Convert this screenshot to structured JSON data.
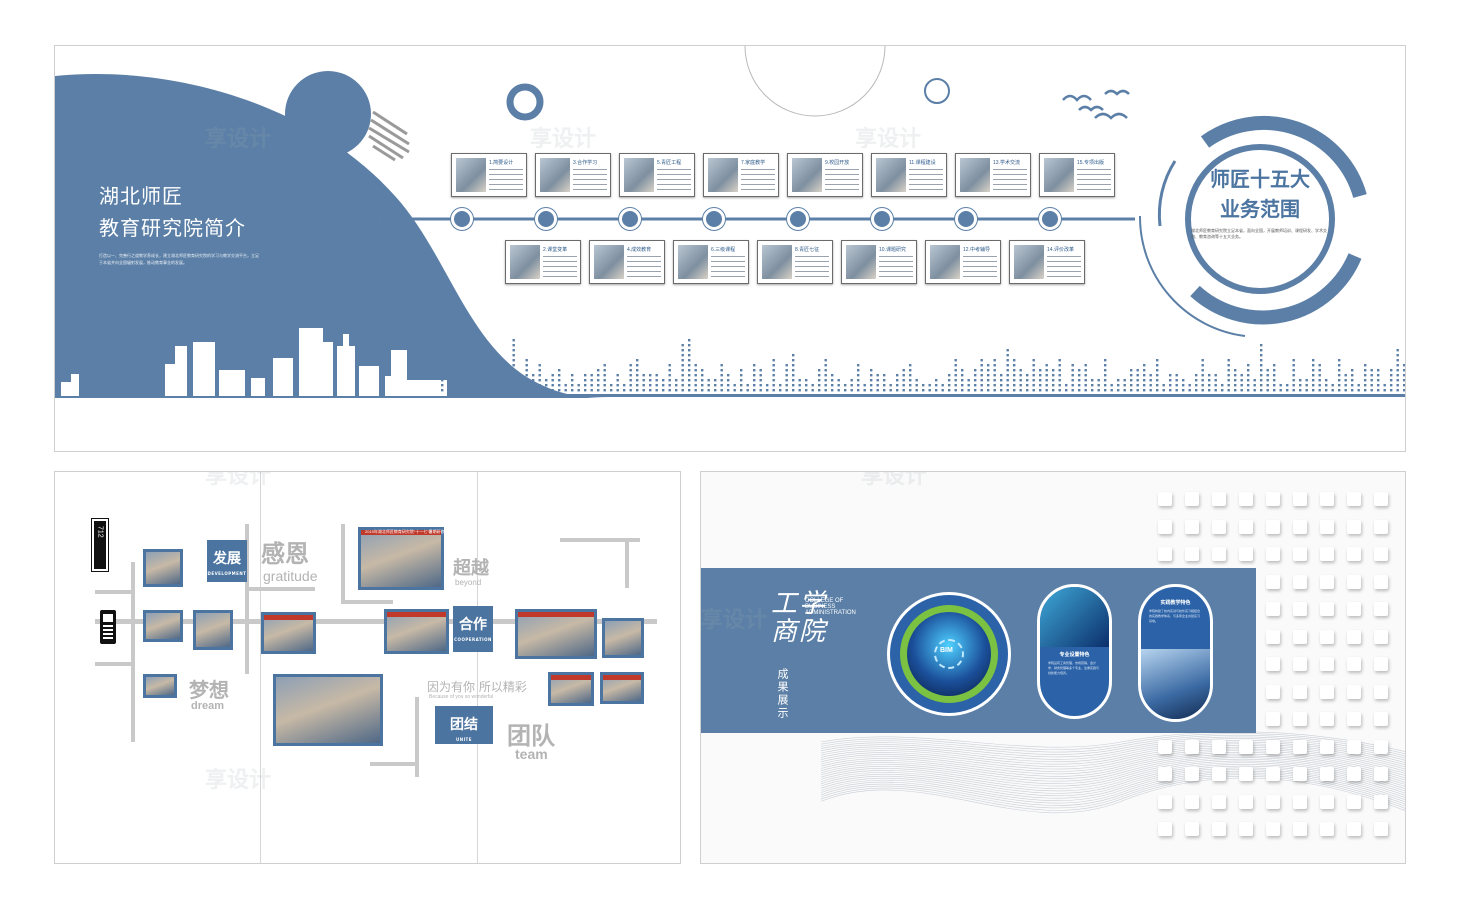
{
  "top_panel": {
    "title_line1": "湖北师匠",
    "title_line2": "教育研究院简介",
    "intro_text": "打造以一、完善行之道教学养成长，建立湖北师匠教育研究院的学习与教学交流平台，立足于本省并向全国辐射发展，推动教育事业的发展。",
    "ring_title_line1": "师匠十五大",
    "ring_title_line2": "业务范围",
    "ring_body": "湖北师匠教育研究院立足本省，面向全国，开展教师培训、课程研发、学术交流、教育咨询等十五大业务。",
    "cards_top": [
      "1.简要设计",
      "3.合作学习",
      "5.青匠工程",
      "7.家庭教学",
      "9.校园开放",
      "11.课程建设",
      "13.学术交流",
      "15.专项出版"
    ],
    "cards_bottom": [
      "2.课堂变革",
      "4.成效教育",
      "6.三级课程",
      "8.青匠七征",
      "10.课题研究",
      "12.中考辅导",
      "14.评价改革"
    ],
    "colors": {
      "accent": "#5b7fa6",
      "dark": "#4b74a0"
    }
  },
  "bottom_left": {
    "vertical_badge": "712",
    "tag_develop": {
      "cn": "发展",
      "en": "DEVELOPMENT"
    },
    "tag_cooperate": {
      "cn": "合作",
      "en": "COOPERATION"
    },
    "tag_unite": {
      "cn": "团结",
      "en": "UNITE"
    },
    "gratitude_cn": "感恩",
    "gratitude_en": "gratitude",
    "beyond_cn": "超越",
    "beyond_en": "beyond",
    "dream_cn": "梦想",
    "dream_en": "dream",
    "team_cn": "团队",
    "team_en": "team",
    "slogan_cn": "因为有你 所以精彩",
    "slogan_en": "Because of you so wonderful",
    "banner_text": "2019年湖北师匠教育研究院“十一七”暑期研修活动合影"
  },
  "bottom_right": {
    "college_en_line1": "COLLEGE OF",
    "college_en_line2": "BUSINESS",
    "college_en_line3": "ADMINISTRATION",
    "college_cn": "工学商院",
    "subtitle_cn": "成果展示",
    "bim_label": "BIM",
    "pill1_title": "专业设置特色",
    "pill1_body": "学院设有工商管理、市场营销、会计学、财务管理等多个专业，注重实践与创新能力培养。",
    "pill2_title": "实践教学特色",
    "pill2_body": "学院构建了校内实训与校外实习相结合的实践教学体系，与多家企业共建实习基地。"
  }
}
